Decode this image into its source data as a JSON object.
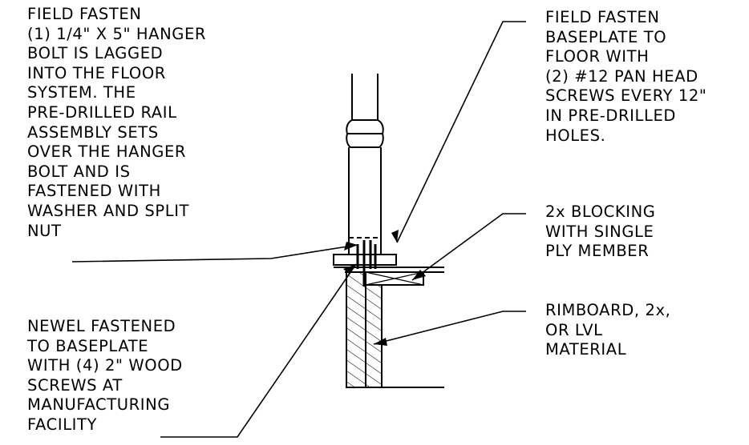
{
  "callouts": {
    "hanger_bolt": {
      "lines": [
        "FIELD FASTEN",
        "(1) 1/4\" X 5\" HANGER",
        "BOLT IS LAGGED",
        "INTO THE FLOOR",
        "SYSTEM. THE",
        "PRE-DRILLED RAIL",
        "ASSEMBLY SETS",
        "OVER THE HANGER",
        "BOLT AND IS",
        "FASTENED WITH",
        "WASHER AND SPLIT",
        "NUT"
      ]
    },
    "baseplate": {
      "lines": [
        "FIELD FASTEN",
        "BASEPLATE TO",
        "FLOOR WITH",
        "(2) #12 PAN HEAD",
        "SCREWS EVERY 12\"",
        "IN PRE-DRILLED",
        "HOLES."
      ]
    },
    "blocking": {
      "lines": [
        "2x BLOCKING",
        "WITH SINGLE",
        "PLY MEMBER"
      ]
    },
    "rimboard": {
      "lines": [
        "RIMBOARD, 2x,",
        "OR LVL",
        "MATERIAL"
      ]
    },
    "newel": {
      "lines": [
        "NEWEL FASTENED",
        "TO BASEPLATE",
        "WITH (4) 2\" WOOD",
        "SCREWS AT",
        "MANUFACTURING",
        "FACILITY"
      ]
    }
  },
  "colors": {
    "ink": "#000000",
    "background": "#ffffff"
  }
}
